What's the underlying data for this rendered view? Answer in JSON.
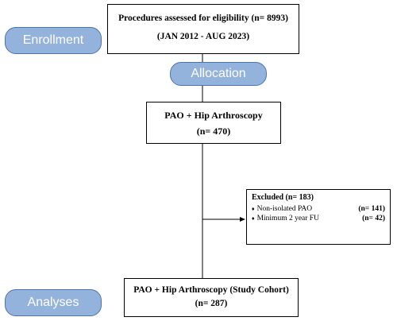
{
  "phases": {
    "enrollment": "Enrollment",
    "allocation": "Allocation",
    "analyses": "Analyses"
  },
  "boxes": {
    "eligibility": {
      "line1": "Procedures assessed for eligibility (n= 8993)",
      "line2": "(JAN 2012 - AUG 2023)"
    },
    "allocated": {
      "line1": "PAO + Hip Arthroscopy",
      "line2": "(n= 470)"
    },
    "excluded": {
      "title": "Excluded (n= 183)",
      "items": [
        {
          "bullet": "♦",
          "label": "Non-isolated PAO",
          "count": "(n= 141)"
        },
        {
          "bullet": "♦",
          "label": "Minimum 2 year FU",
          "count": "(n= 42)"
        }
      ]
    },
    "cohort": {
      "line1": "PAO + Hip Arthroscopy (Study Cohort)",
      "line2": "(n= 287)"
    }
  },
  "colors": {
    "pill_fill": "#93b3dd",
    "pill_border": "#4f74a8",
    "line": "#000000"
  }
}
